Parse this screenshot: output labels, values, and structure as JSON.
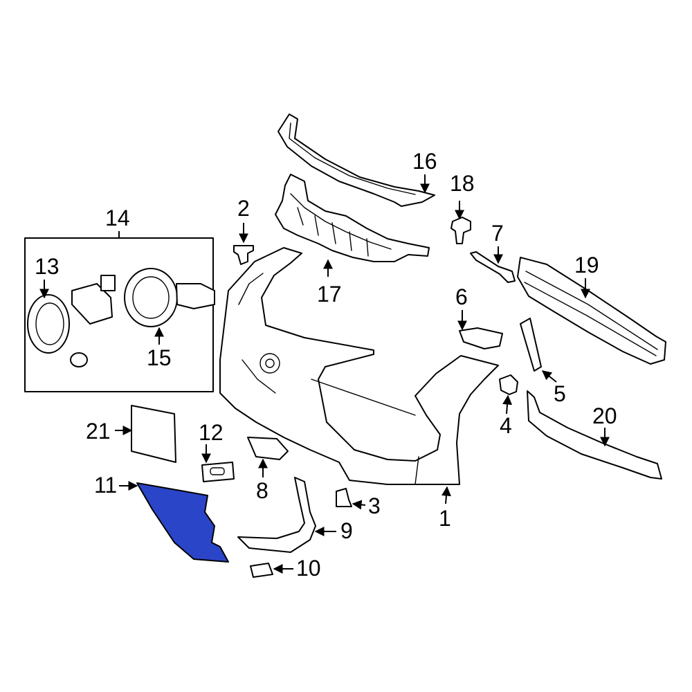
{
  "colors": {
    "highlight": "#2b45c8",
    "line": "#000000",
    "background": "#ffffff"
  },
  "callouts": {
    "c1": "1",
    "c2": "2",
    "c3": "3",
    "c4": "4",
    "c5": "5",
    "c6": "6",
    "c7": "7",
    "c8": "8",
    "c9": "9",
    "c10": "10",
    "c11": "11",
    "c12": "12",
    "c13": "13",
    "c14": "14",
    "c15": "15",
    "c16": "16",
    "c17": "17",
    "c18": "18",
    "c19": "19",
    "c20": "20",
    "c21": "21"
  },
  "highlighted_part": "11"
}
